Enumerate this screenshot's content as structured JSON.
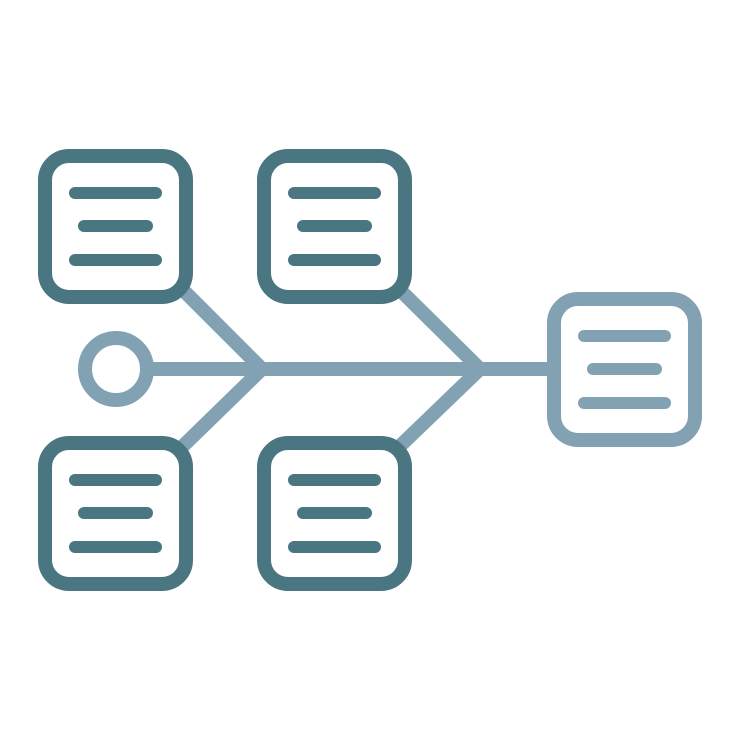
{
  "diagram": {
    "type": "fishbone",
    "icon_name": "fishbone-diagram-icon",
    "colors": {
      "dark": "#4a7682",
      "light": "#82a2b3",
      "background": "#ffffff"
    },
    "cause_boxes": [
      {
        "id": "cause-top-left",
        "icon": "document-lines-icon"
      },
      {
        "id": "cause-top-middle",
        "icon": "document-lines-icon"
      },
      {
        "id": "cause-bottom-left",
        "icon": "document-lines-icon"
      },
      {
        "id": "cause-bottom-middle",
        "icon": "document-lines-icon"
      }
    ],
    "effect_box": {
      "id": "effect-box",
      "icon": "document-lines-icon"
    },
    "start_node": {
      "id": "start-circle",
      "icon": "circle-icon"
    }
  }
}
